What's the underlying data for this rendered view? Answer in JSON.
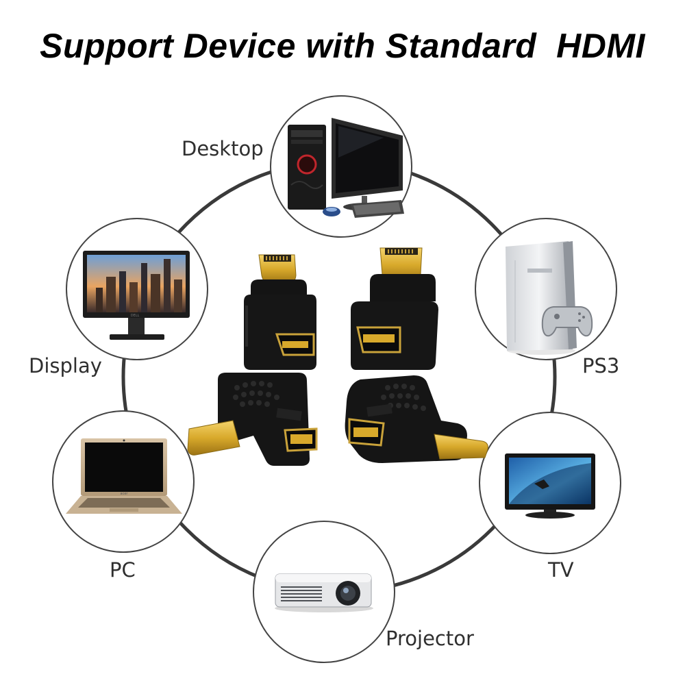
{
  "title": "Support Device with Standard  HDMI",
  "devices": {
    "desktop": {
      "label": "Desktop"
    },
    "display": {
      "label": "Display"
    },
    "ps3": {
      "label": "PS3"
    },
    "pc": {
      "label": "PC"
    },
    "tv": {
      "label": "TV"
    },
    "projector": {
      "label": "Projector"
    }
  },
  "colors": {
    "ring": "#3a3a3a",
    "connector_body": "#151515",
    "gold": "#d8a92b"
  }
}
